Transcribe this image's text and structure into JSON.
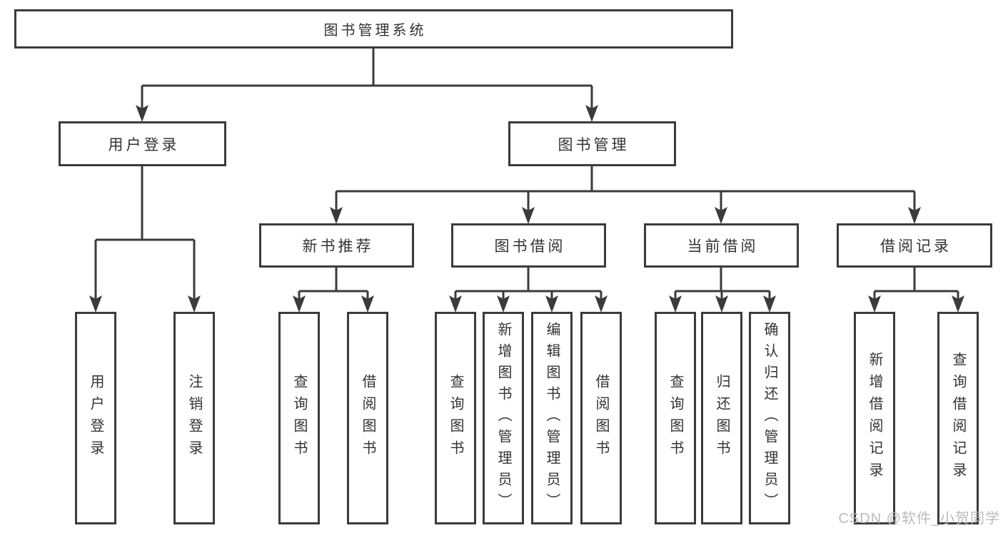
{
  "diagram": {
    "root": {
      "label": "图书管理系统"
    },
    "level2": [
      {
        "label": "用户登录"
      },
      {
        "label": "图书管理"
      }
    ],
    "level3": [
      {
        "label": "新书推荐"
      },
      {
        "label": "图书借阅"
      },
      {
        "label": "当前借阅"
      },
      {
        "label": "借阅记录"
      }
    ],
    "leaves": [
      {
        "label": "用户登录"
      },
      {
        "label": "注销登录"
      },
      {
        "label": "查询图书"
      },
      {
        "label": "借阅图书"
      },
      {
        "label": "查询图书"
      },
      {
        "label": "新增图书（管理员）"
      },
      {
        "label": "编辑图书（管理员）"
      },
      {
        "label": "借阅图书"
      },
      {
        "label": "查询图书"
      },
      {
        "label": "归还图书"
      },
      {
        "label": "确认归还（管理员）"
      },
      {
        "label": "新增借阅记录"
      },
      {
        "label": "查询借阅记录"
      }
    ],
    "colors": {
      "line": "#3b3b3b",
      "text": "#333333",
      "background": "#ffffff",
      "watermark": "#b6b6b6"
    }
  },
  "watermark": {
    "text": "CSDN @软件_小贺同学"
  }
}
